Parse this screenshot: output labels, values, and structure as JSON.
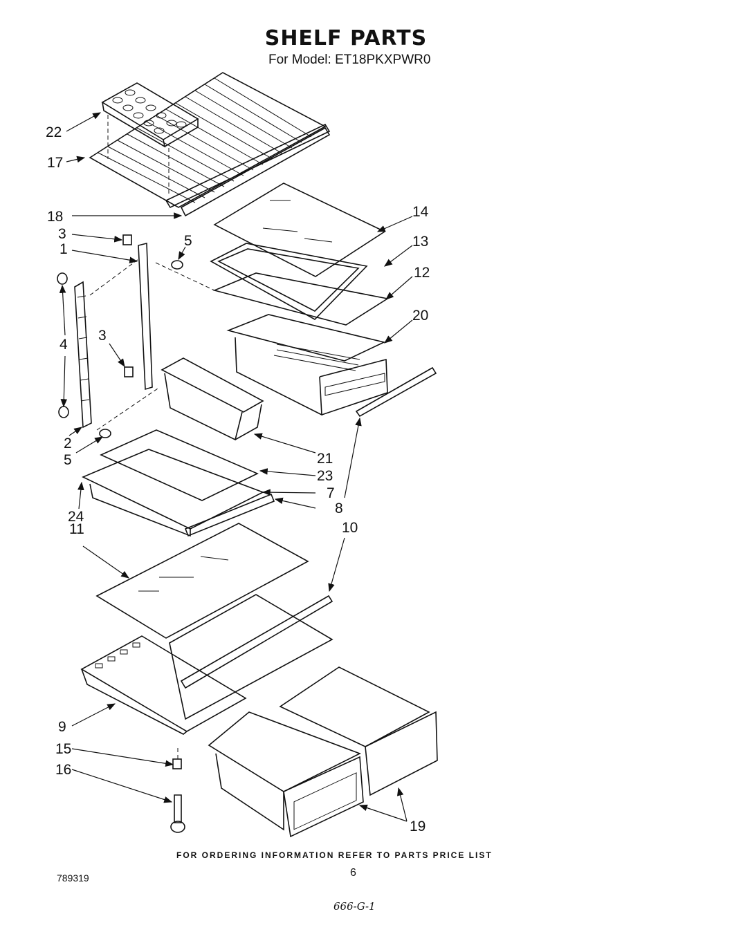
{
  "title": "SHELF PARTS",
  "subtitle": "For Model: ET18PKXPWR0",
  "footer_note": "FOR ORDERING INFORMATION REFER TO PARTS PRICE LIST",
  "doc_number": "789319",
  "page_number": "6",
  "handwritten_note": "666-G-1",
  "callouts": [
    "22",
    "17",
    "18",
    "3",
    "1",
    "5",
    "14",
    "13",
    "12",
    "20",
    "4",
    "3",
    "2",
    "5",
    "21",
    "23",
    "7",
    "8",
    "24",
    "11",
    "10",
    "9",
    "15",
    "16",
    "19"
  ]
}
